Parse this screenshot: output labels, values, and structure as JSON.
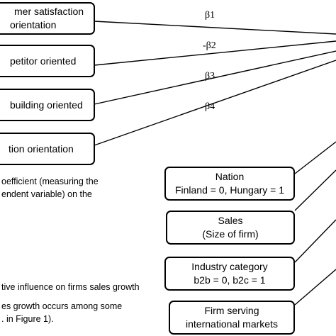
{
  "left_boxes": [
    {
      "line1": "mer satisfaction",
      "line2": "orientation"
    },
    {
      "line1": "petitor oriented"
    },
    {
      "line1": "building oriented"
    },
    {
      "line1": "tion orientation"
    }
  ],
  "betas": [
    "β1",
    "-β2",
    "β3",
    "β4"
  ],
  "right_boxes": [
    {
      "line1": "Nation",
      "line2": "Finland = 0, Hungary = 1"
    },
    {
      "line1": "Sales",
      "line2": "(Size of firm)"
    },
    {
      "line1": "Industry category",
      "line2": "b2b = 0, b2c = 1"
    },
    {
      "line1": "Firm serving",
      "line2": "international markets"
    }
  ],
  "notes": {
    "coef_line1": "oefficient (measuring the",
    "coef_line2": "endent variable) on the",
    "influence": "tive influence on firms sales growth",
    "growth_line1": "es growth  occurs among some",
    "growth_line2": ". in Figure 1)."
  }
}
